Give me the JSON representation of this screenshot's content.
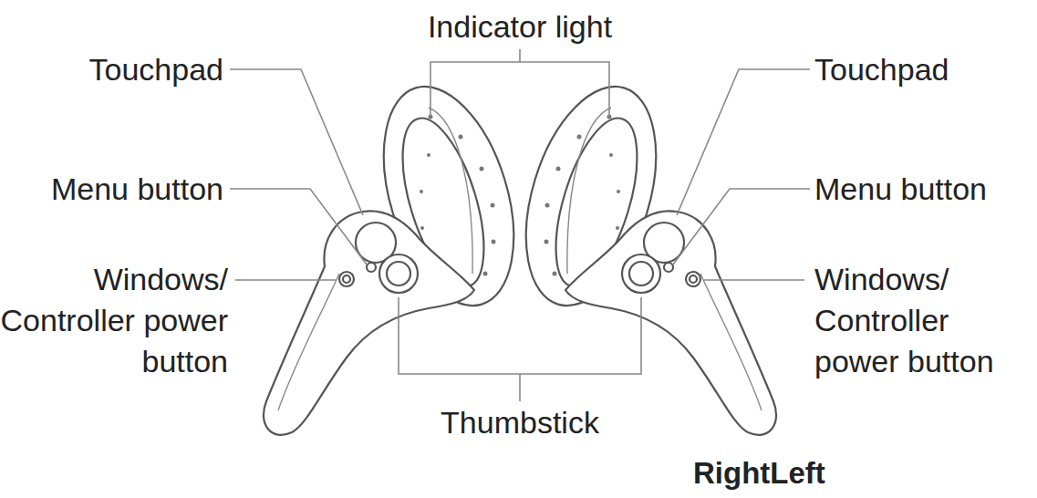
{
  "diagram": {
    "labels": [
      "Indicator light",
      "Touchpad",
      "Touchpad",
      "Menu button",
      "Menu button",
      "Windows/ Controller power button",
      "Windows/ Controller power button",
      "Thumbstick",
      "RightLeft"
    ]
  }
}
